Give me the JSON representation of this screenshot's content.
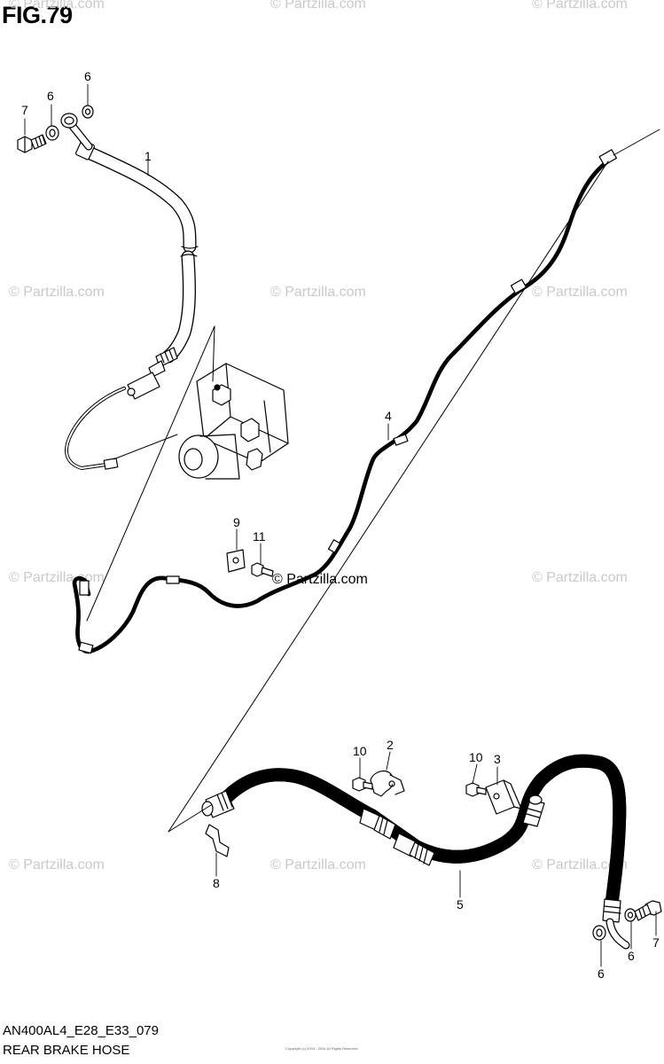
{
  "figure": {
    "title": "FIG.79",
    "code": "AN400AL4_E28_E33_079",
    "name": "REAR BRAKE HOSE",
    "copyright": "Copyright (c) 2004 - 2016 All Rights Reserved"
  },
  "watermarks": {
    "text": "© Partzilla.com",
    "main": "© Partzilla.com"
  },
  "callouts": [
    {
      "id": "c7a",
      "label": "7"
    },
    {
      "id": "c6a",
      "label": "6"
    },
    {
      "id": "c6b",
      "label": "6"
    },
    {
      "id": "c1",
      "label": "1"
    },
    {
      "id": "c4",
      "label": "4"
    },
    {
      "id": "c9",
      "label": "9"
    },
    {
      "id": "c11",
      "label": "11"
    },
    {
      "id": "c10a",
      "label": "10"
    },
    {
      "id": "c2",
      "label": "2"
    },
    {
      "id": "c10b",
      "label": "10"
    },
    {
      "id": "c3",
      "label": "3"
    },
    {
      "id": "c8",
      "label": "8"
    },
    {
      "id": "c5",
      "label": "5"
    },
    {
      "id": "c6c",
      "label": "6"
    },
    {
      "id": "c6d",
      "label": "6"
    },
    {
      "id": "c7b",
      "label": "7"
    }
  ]
}
